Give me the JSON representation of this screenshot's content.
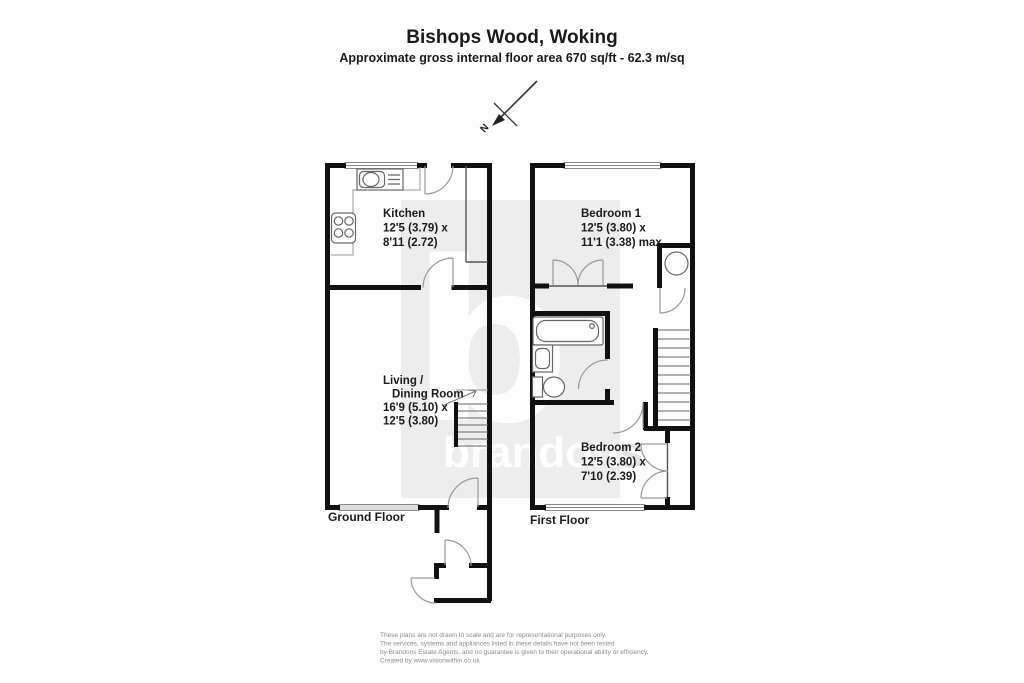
{
  "header": {
    "title": "Bishops Wood, Woking",
    "subtitle": "Approximate gross internal floor area 670 sq/ft - 62.3 m/sq"
  },
  "compass": {
    "label": "N"
  },
  "watermark": {
    "logo": "b",
    "text": "brandons",
    "square_color": "#ededed"
  },
  "floors": {
    "ground": {
      "label": "Ground Floor",
      "rooms": {
        "kitchen": {
          "name": "Kitchen",
          "dim1": "12'5 (3.79) x",
          "dim2": "8'11 (2.72)"
        },
        "living": {
          "name1": "Living /",
          "name2": "Dining Room",
          "dim1": "16'9 (5.10) x",
          "dim2": "12'5 (3.80)"
        }
      }
    },
    "first": {
      "label": "First Floor",
      "rooms": {
        "bedroom1": {
          "name": "Bedroom 1",
          "dim1": "12'5 (3.80) x",
          "dim2": "11'1 (3.38) max"
        },
        "bedroom2": {
          "name": "Bedroom 2",
          "dim1": "12'5 (3.80) x",
          "dim2": "7'10 (2.39)"
        }
      }
    }
  },
  "disclaimer": {
    "line1": "These plans are not drawn to scale and are for representational purposes only.",
    "line2": "The services, systems and appliances listed in these details have not been tested",
    "line3": "by Brandons Estate Agents, and no guarantee is given to their operational ability or efficiency.",
    "line4": "Created by www.visionwithin.co.uk"
  }
}
